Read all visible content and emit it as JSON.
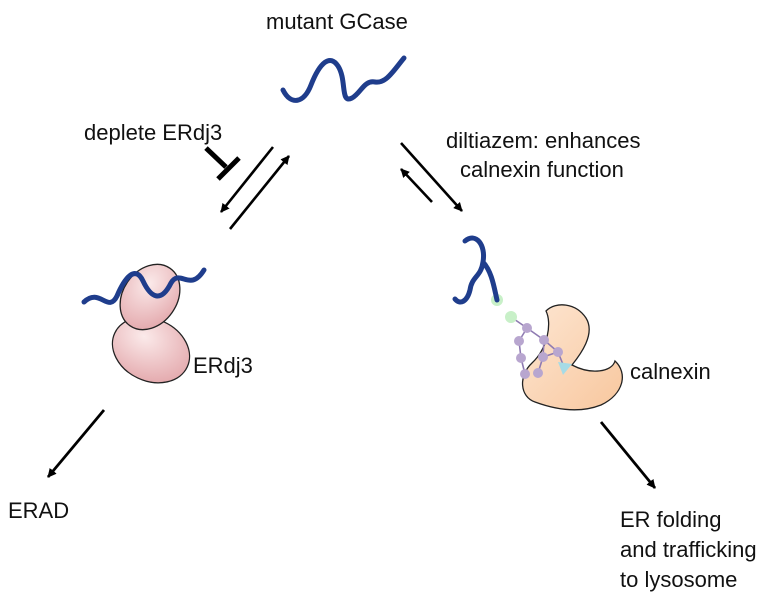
{
  "labels": {
    "mutant_gcase": "mutant GCase",
    "deplete_erdj3": "deplete ERdj3",
    "diltiazem_line1": "diltiazem: enhances",
    "diltiazem_line2": "calnexin function",
    "erdj3": "ERdj3",
    "calnexin": "calnexin",
    "erad": "ERAD",
    "outcome_line1": "ER folding",
    "outcome_line2": "and trafficking",
    "outcome_line3": "to lysosome"
  },
  "colors": {
    "protein_chain": "#1f3d8c",
    "erdj3_fill": "#e8b3b6",
    "calnexin_fill": "#fbd6b6",
    "glycan_node": "#b8a6cf",
    "glucose_node": "#c8f0c8",
    "terminal_node": "#a6dbe6",
    "arrow": "#000000"
  }
}
